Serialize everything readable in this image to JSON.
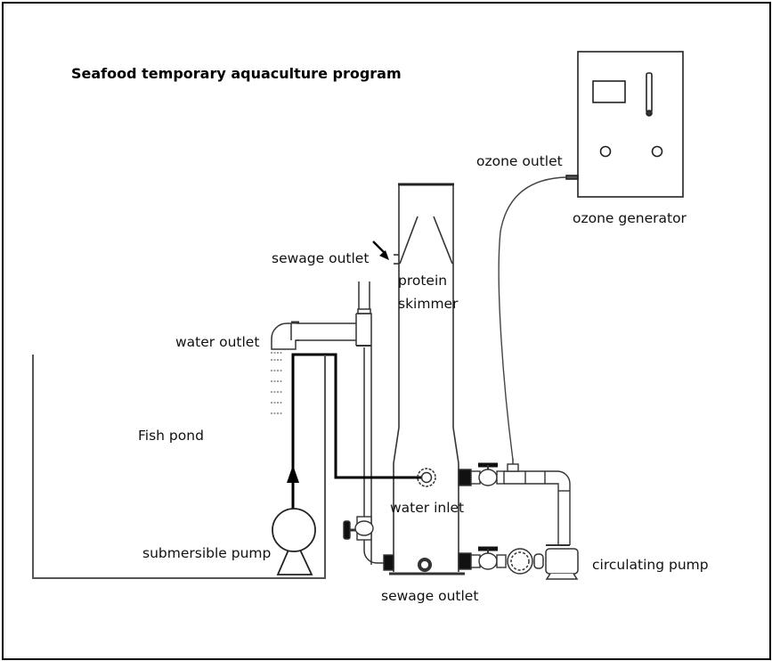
{
  "title": "Seafood temporary aquaculture program",
  "labels": {
    "ozone_outlet": "ozone outlet",
    "ozone_generator": "ozone generator",
    "sewage_outlet_top": "sewage outlet",
    "protein_skimmer_line1": "protein",
    "protein_skimmer_line2": "skimmer",
    "water_outlet": "water outlet",
    "fish_pond": "Fish pond",
    "water_inlet": "water inlet",
    "submersible_pump": "submersible pump",
    "circulating_pump": "circulating pump",
    "sewage_outlet_bottom": "sewage outlet"
  },
  "icons": {
    "ozone_generator": "ozone-generator-icon",
    "protein_skimmer": "protein-skimmer-icon",
    "submersible_pump": "submersible-pump-icon",
    "circulating_pump": "circulating-pump-icon",
    "valve": "valve-icon",
    "flow_arrow": "arrow-up-icon",
    "pointer_arrow": "arrow-pointer-icon"
  }
}
